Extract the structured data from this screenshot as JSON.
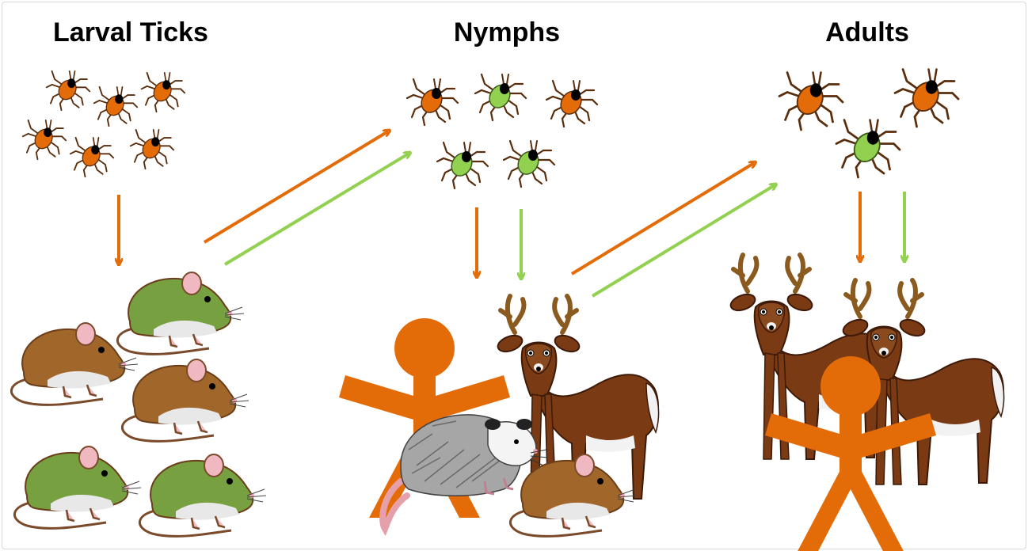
{
  "stages": {
    "larval": "Larval Ticks",
    "nymphs": "Nymphs",
    "adults": "Adults"
  },
  "colors": {
    "uninfected": "#e36c09",
    "infected": "#92d050",
    "mouse_brown": "#a0662a",
    "mouse_green": "#77a041",
    "deer": "#7a3a14",
    "human": "#e36c09",
    "opossum": "#a6a6a6"
  },
  "icons": [
    "tick-icon",
    "mouse-icon",
    "deer-icon",
    "human-icon",
    "opossum-icon",
    "arrow-icon"
  ]
}
